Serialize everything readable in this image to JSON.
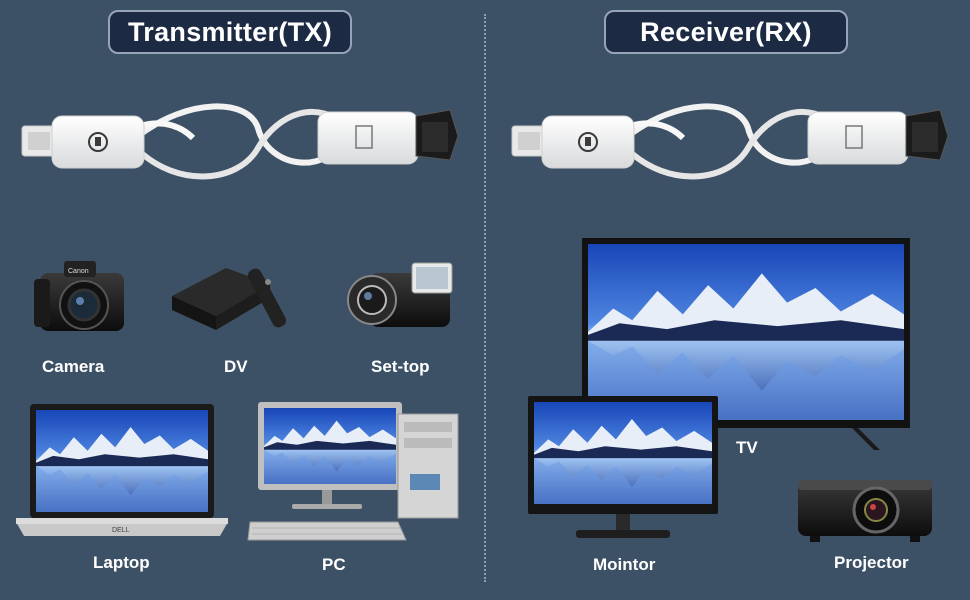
{
  "tx": {
    "title": "Transmitter(TX)",
    "devices": {
      "camera": "Camera",
      "dv": "DV",
      "settop": "Set-top",
      "laptop": "Laptop",
      "pc": "PC"
    }
  },
  "rx": {
    "title": "Receiver(RX)",
    "devices": {
      "tv": "TV",
      "monitor": "Mointor",
      "projector": "Projector"
    }
  },
  "colors": {
    "background": "#3d5166",
    "title_pill": "#1d2a44",
    "cable": "#f4f4f4"
  }
}
